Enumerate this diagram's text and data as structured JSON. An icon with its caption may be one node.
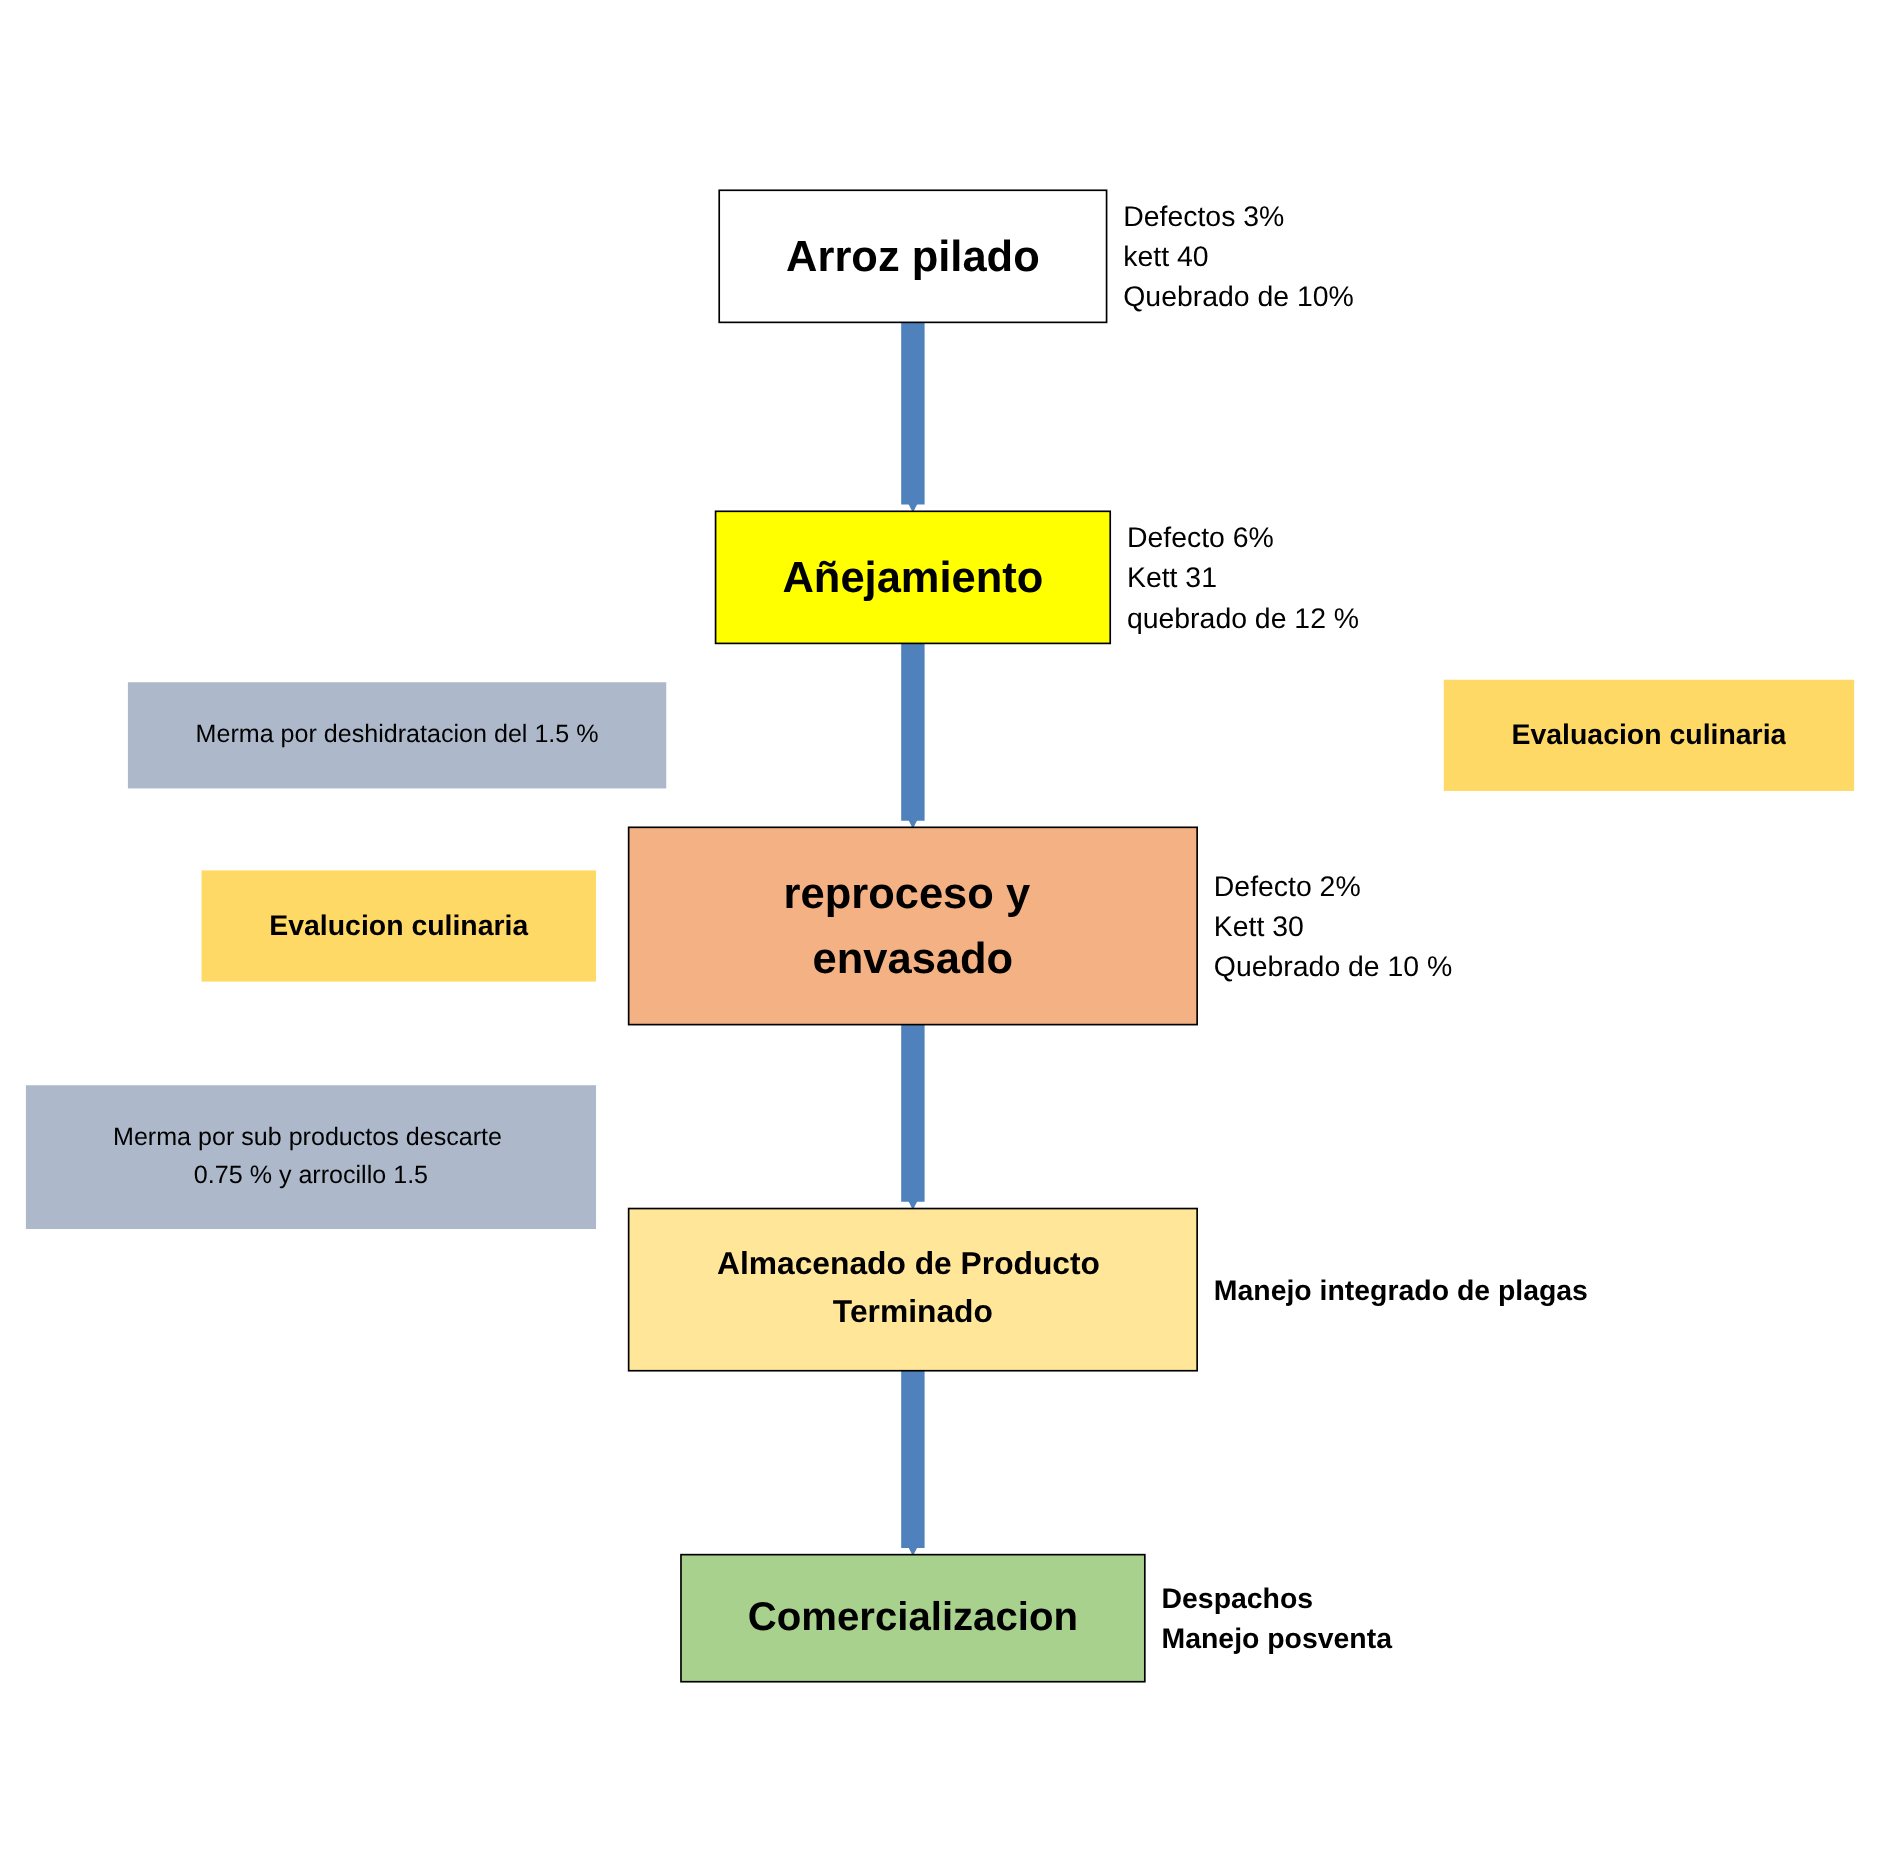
{
  "diagram": {
    "nodes": [
      {
        "text": [
          "Arroz pilado"
        ],
        "beside": [
          "Defectos 3%",
          "kett 40",
          "Quebrado de 10%"
        ]
      },
      {
        "text": [
          "Añejamiento"
        ],
        "beside": [
          "Defecto 6%",
          "Kett 31",
          "quebrado de 12 %"
        ]
      },
      {
        "text": [
          "Merma por deshidratacion del 1.5 %"
        ]
      },
      {
        "text": [
          "Evaluacion culinaria"
        ]
      },
      {
        "text": [
          "Evalucion culinaria"
        ]
      },
      {
        "text": [
          "reproceso y envasado"
        ],
        "beside": [
          "Defecto 2%",
          "Kett 30",
          "Quebrado de 10 %"
        ]
      },
      {
        "text": [
          "Merma por sub productos descarte 0.75 % y arrocillo 1.5"
        ]
      },
      {
        "text": [
          "Almacenado de Producto Terminado"
        ],
        "beside": [
          "Manejo integrado de plagas"
        ]
      },
      {
        "text": [
          "Comercializacion"
        ],
        "beside": [
          "Despachos",
          "Manejo posventa"
        ]
      }
    ],
    "edges": [
      {
        "from": 0,
        "to": 1,
        "arrow": "to"
      },
      {
        "from": 1,
        "to": 5,
        "arrow": "to"
      },
      {
        "from": 5,
        "to": 7,
        "arrow": "to"
      },
      {
        "from": 7,
        "to": 8,
        "arrow": "to"
      }
    ]
  }
}
